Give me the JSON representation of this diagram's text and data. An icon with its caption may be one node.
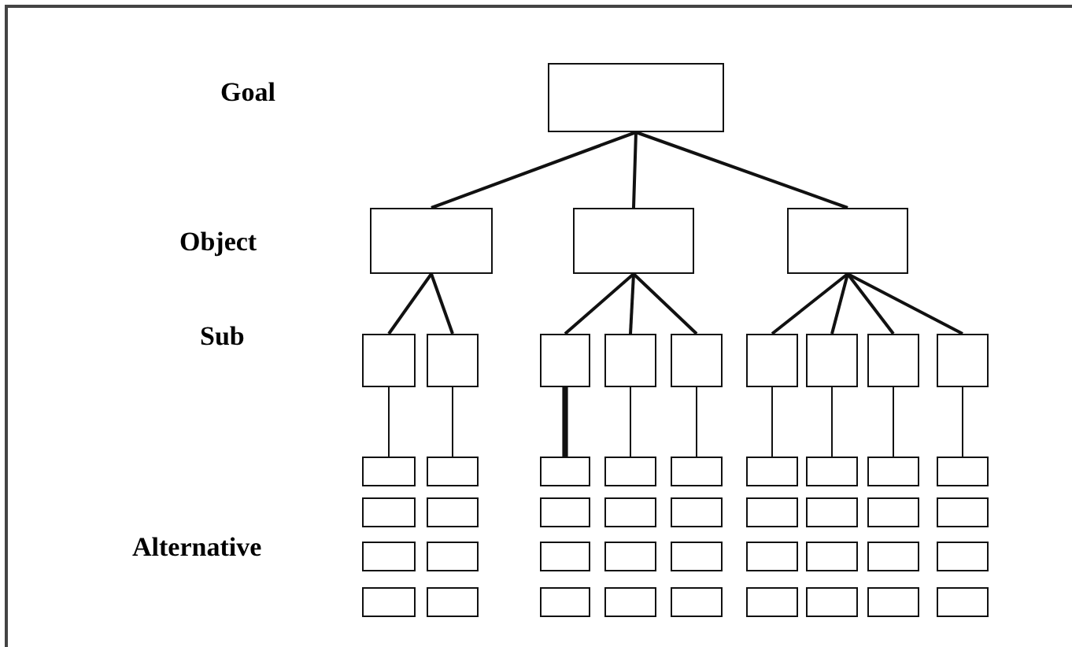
{
  "diagram": {
    "nodes": [
      {
        "text": [],
        "shape": "box"
      },
      {
        "text": [],
        "shape": "box"
      },
      {
        "text": [],
        "shape": "box"
      },
      {
        "text": [],
        "shape": "box"
      },
      {
        "text": [],
        "shape": "box"
      },
      {
        "text": [],
        "shape": "box"
      },
      {
        "text": [],
        "shape": "box"
      },
      {
        "text": [],
        "shape": "box"
      },
      {
        "text": [],
        "shape": "box"
      },
      {
        "text": [],
        "shape": "box"
      },
      {
        "text": [],
        "shape": "box"
      },
      {
        "text": [],
        "shape": "box"
      },
      {
        "text": [],
        "shape": "box"
      },
      {
        "text": [],
        "shape": "box"
      },
      {
        "text": [],
        "shape": "box"
      },
      {
        "text": [],
        "shape": "box"
      },
      {
        "text": [],
        "shape": "box"
      },
      {
        "text": [],
        "shape": "box"
      },
      {
        "text": [],
        "shape": "box"
      },
      {
        "text": [],
        "shape": "box"
      },
      {
        "text": [],
        "shape": "box"
      },
      {
        "text": [],
        "shape": "box"
      },
      {
        "text": [],
        "shape": "box"
      },
      {
        "text": [],
        "shape": "box"
      },
      {
        "text": [],
        "shape": "box"
      },
      {
        "text": [],
        "shape": "box"
      },
      {
        "text": [],
        "shape": "box"
      },
      {
        "text": [],
        "shape": "box"
      },
      {
        "text": [],
        "shape": "box"
      },
      {
        "text": [],
        "shape": "box"
      },
      {
        "text": [],
        "shape": "box"
      },
      {
        "text": [],
        "shape": "box"
      },
      {
        "text": [],
        "shape": "box"
      },
      {
        "text": [],
        "shape": "box"
      },
      {
        "text": [],
        "shape": "box"
      },
      {
        "text": [],
        "shape": "box"
      },
      {
        "text": [],
        "shape": "box"
      },
      {
        "text": [],
        "shape": "box"
      },
      {
        "text": [],
        "shape": "box"
      },
      {
        "text": [],
        "shape": "box"
      },
      {
        "text": [],
        "shape": "box"
      },
      {
        "text": [],
        "shape": "box"
      },
      {
        "text": [],
        "shape": "box"
      },
      {
        "text": [],
        "shape": "box"
      },
      {
        "text": [],
        "shape": "box"
      },
      {
        "text": [],
        "shape": "box"
      },
      {
        "text": [],
        "shape": "box"
      },
      {
        "text": [],
        "shape": "box"
      },
      {
        "text": [],
        "shape": "box"
      }
    ],
    "edges": [
      {
        "from": 0,
        "to": 1,
        "arrow": "none"
      },
      {
        "from": 0,
        "to": 2,
        "arrow": "none"
      },
      {
        "from": 0,
        "to": 3,
        "arrow": "none"
      },
      {
        "from": 1,
        "to": 4,
        "arrow": "none"
      },
      {
        "from": 1,
        "to": 5,
        "arrow": "none"
      },
      {
        "from": 2,
        "to": 6,
        "arrow": "none"
      },
      {
        "from": 2,
        "to": 7,
        "arrow": "none"
      },
      {
        "from": 2,
        "to": 8,
        "arrow": "none"
      },
      {
        "from": 3,
        "to": 9,
        "arrow": "none"
      },
      {
        "from": 3,
        "to": 10,
        "arrow": "none"
      },
      {
        "from": 3,
        "to": 11,
        "arrow": "none"
      },
      {
        "from": 3,
        "to": 12,
        "arrow": "none"
      },
      {
        "from": 4,
        "to": 13,
        "arrow": "none"
      },
      {
        "from": 5,
        "to": 14,
        "arrow": "none"
      },
      {
        "from": 6,
        "to": 15,
        "arrow": "none",
        "style": "thick"
      },
      {
        "from": 7,
        "to": 16,
        "arrow": "none"
      },
      {
        "from": 8,
        "to": 17,
        "arrow": "none"
      },
      {
        "from": 9,
        "to": 18,
        "arrow": "none"
      },
      {
        "from": 10,
        "to": 19,
        "arrow": "none"
      },
      {
        "from": 11,
        "to": 20,
        "arrow": "none"
      },
      {
        "from": 12,
        "to": 21,
        "arrow": "none"
      }
    ],
    "labels": [
      "Goal",
      "Object",
      "Sub",
      "Alternative"
    ]
  }
}
